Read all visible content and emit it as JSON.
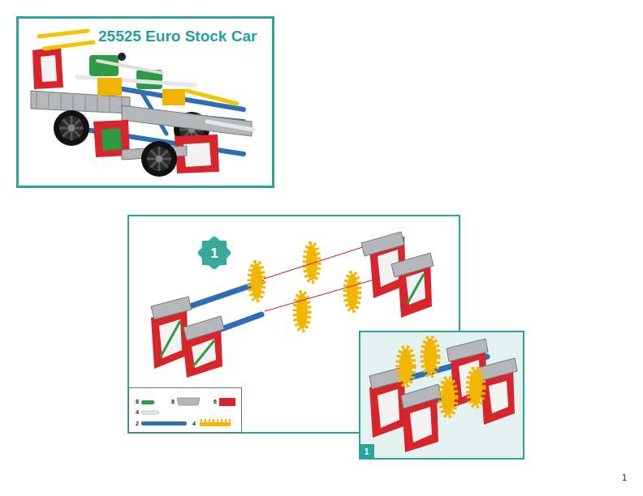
{
  "diagram": {
    "nodes": [
      {
        "text": [
          "25525 Euro Stock Car"
        ]
      },
      {
        "text": [
          "1"
        ]
      },
      {
        "text": [
          "8",
          "8",
          "6",
          "4",
          "2",
          "4"
        ]
      },
      {
        "text": [
          "1"
        ]
      }
    ],
    "labels": [
      "1"
    ]
  }
}
